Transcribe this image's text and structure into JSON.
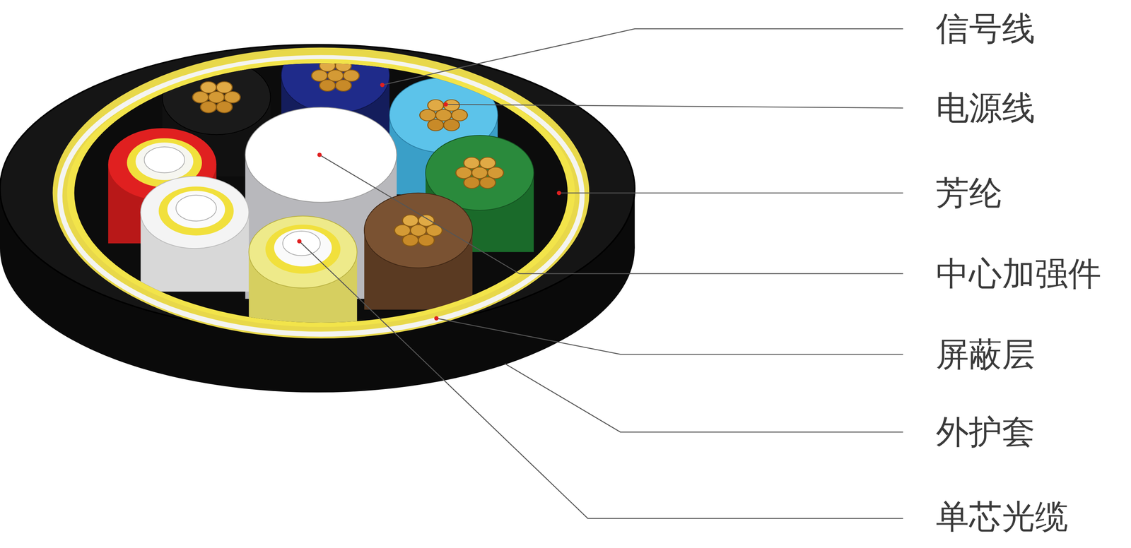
{
  "diagram": {
    "labels": [
      "信号线",
      "电源线",
      "芳纶",
      "中心加强件",
      "屏蔽层",
      "外护套",
      "单芯光缆"
    ]
  }
}
